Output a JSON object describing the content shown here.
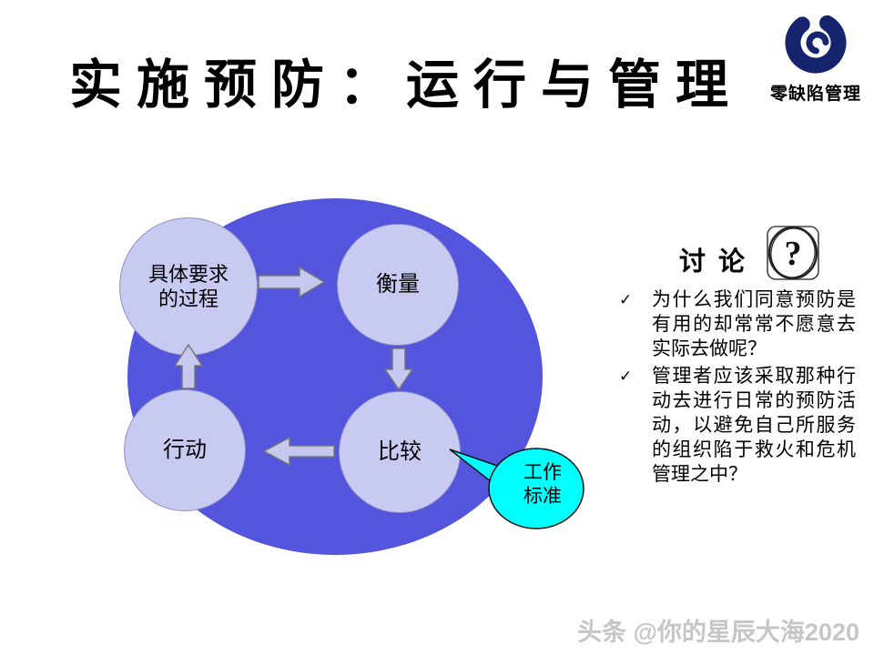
{
  "slide": {
    "title": "实施预防：运行与管理",
    "watermark": "头条 @你的星辰大海2020"
  },
  "logo": {
    "label": "零缺陷管理",
    "brand_color": "#16246E"
  },
  "diagram": {
    "background_color": "#5355DC",
    "node_color": "#C9CAF1",
    "callout_color": "#00FFFF",
    "nodes": [
      {
        "id": "process",
        "label": "具体要求\n的过程"
      },
      {
        "id": "measure",
        "label": "衡量"
      },
      {
        "id": "compare",
        "label": "比较"
      },
      {
        "id": "action",
        "label": "行动"
      }
    ],
    "arrows": [
      "process→measure",
      "measure→compare",
      "compare→action",
      "action→process"
    ],
    "callout": {
      "label": "工作\n标准"
    }
  },
  "discussion": {
    "heading": "讨论",
    "items": [
      "为什么我们同意预防是有用的却常常不愿意去实际去做呢？",
      "管理者应该采取那种行动去进行日常的预防活动，以避免自己所服务的组织陷于救火和危机管理之中？"
    ]
  },
  "icons": {
    "check": "✓",
    "question": "?"
  }
}
